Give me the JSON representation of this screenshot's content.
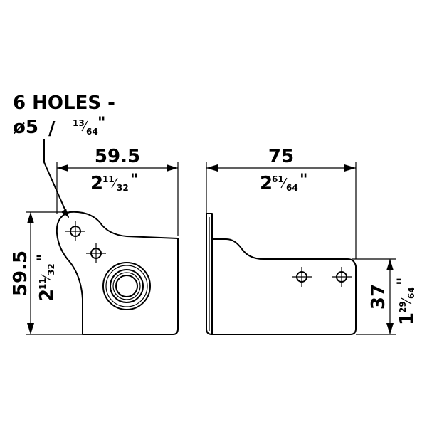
{
  "callout": {
    "line1": "6 HOLES -",
    "dia_symbol": "ø5",
    "slash": "/",
    "frac_num": "13",
    "frac_den": "64",
    "inch": "\""
  },
  "left_view": {
    "width_mm": "59.5",
    "width_in_whole": "2",
    "width_in_num": "11",
    "width_in_den": "32",
    "height_mm": "59.5",
    "height_in_whole": "2",
    "height_in_num": "11",
    "height_in_den": "32"
  },
  "right_view": {
    "width_mm": "75",
    "width_in_whole": "2",
    "width_in_num": "61",
    "width_in_den": "64",
    "height_mm": "37",
    "height_in_whole": "1",
    "height_in_num": "29",
    "height_in_den": "64"
  },
  "inch_mark": "\""
}
